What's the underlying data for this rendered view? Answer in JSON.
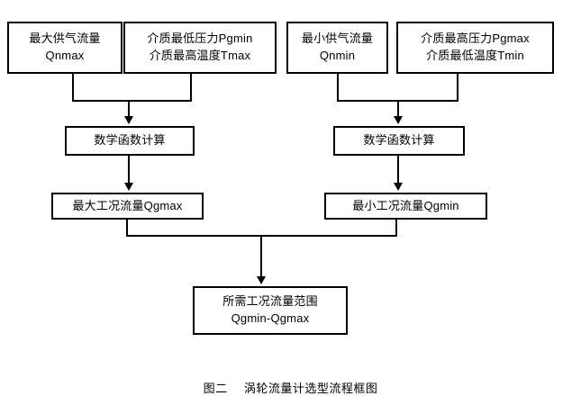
{
  "figure": {
    "caption_number": "图二",
    "caption_title": "涡轮流量计选型流程框图",
    "stroke_color": "#000000",
    "background_color": "#ffffff"
  },
  "nodes": {
    "qnmax": {
      "line1": "最大供气流量",
      "line2": "Qnmax"
    },
    "pgmin_tmax": {
      "line1": "介质最低压力Pgmin",
      "line2": "介质最高温度Tmax"
    },
    "qnmin": {
      "line1": "最小供气流量",
      "line2": "Qnmin"
    },
    "pgmax_tmin": {
      "line1": "介质最高压力Pgmax",
      "line2": "介质最低温度Tmin"
    },
    "calc_left": {
      "line1": "数学函数计算"
    },
    "calc_right": {
      "line1": "数学函数计算"
    },
    "qgmax": {
      "line1": "最大工况流量Qgmax"
    },
    "qgmin": {
      "line1": "最小工况流量Qgmin"
    },
    "range": {
      "line1": "所需工况流量范围",
      "line2": "Qgmin-Qgmax"
    }
  },
  "chart_data": {
    "type": "diagram",
    "title": "图二  涡轮流量计选型流程框图",
    "diagram_kind": "flowchart",
    "orientation": "top-to-bottom",
    "nodes": [
      {
        "id": "qnmax",
        "text": "最大供气流量 Qnmax",
        "row": 1,
        "shape": "rect"
      },
      {
        "id": "pgmin_tmax",
        "text": "介质最低压力Pgmin 介质最高温度Tmax",
        "row": 1,
        "shape": "rect"
      },
      {
        "id": "qnmin",
        "text": "最小供气流量 Qnmin",
        "row": 1,
        "shape": "rect"
      },
      {
        "id": "pgmax_tmin",
        "text": "介质最高压力Pgmax 介质最低温度Tmin",
        "row": 1,
        "shape": "rect"
      },
      {
        "id": "calc_left",
        "text": "数学函数计算",
        "row": 2,
        "shape": "rect"
      },
      {
        "id": "calc_right",
        "text": "数学函数计算",
        "row": 2,
        "shape": "rect"
      },
      {
        "id": "qgmax",
        "text": "最大工况流量Qgmax",
        "row": 3,
        "shape": "rect"
      },
      {
        "id": "qgmin",
        "text": "最小工况流量Qgmin",
        "row": 3,
        "shape": "rect"
      },
      {
        "id": "range",
        "text": "所需工况流量范围 Qgmin-Qgmax",
        "row": 4,
        "shape": "rect"
      }
    ],
    "edges": [
      {
        "from": "qnmax",
        "to": "calc_left",
        "style": "elbow-merge",
        "arrow": true
      },
      {
        "from": "pgmin_tmax",
        "to": "calc_left",
        "style": "elbow-merge",
        "arrow": true
      },
      {
        "from": "qnmin",
        "to": "calc_right",
        "style": "elbow-merge",
        "arrow": true
      },
      {
        "from": "pgmax_tmin",
        "to": "calc_right",
        "style": "elbow-merge",
        "arrow": true
      },
      {
        "from": "calc_left",
        "to": "qgmax",
        "style": "straight",
        "arrow": true
      },
      {
        "from": "calc_right",
        "to": "qgmin",
        "style": "straight",
        "arrow": true
      },
      {
        "from": "qgmax",
        "to": "range",
        "style": "elbow-merge",
        "arrow": true
      },
      {
        "from": "qgmin",
        "to": "range",
        "style": "elbow-merge",
        "arrow": true
      }
    ]
  }
}
